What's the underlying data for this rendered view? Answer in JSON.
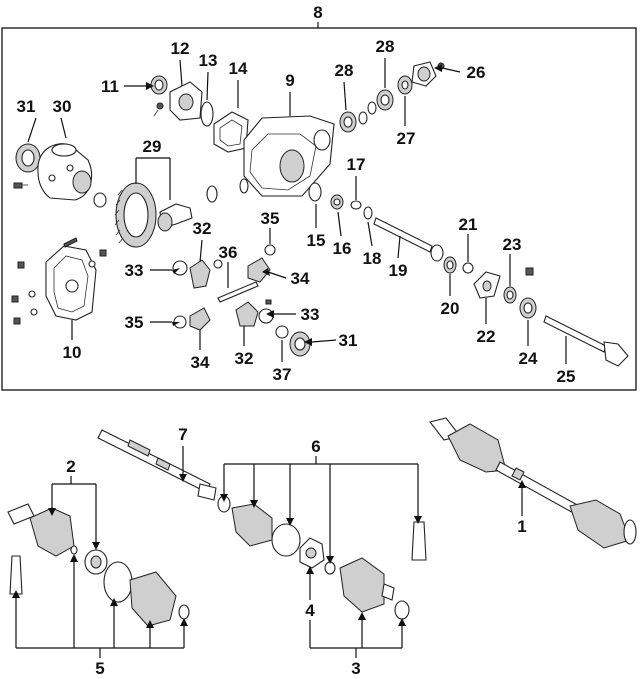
{
  "callouts": {
    "c1": "1",
    "c2": "2",
    "c3": "3",
    "c4": "4",
    "c5": "5",
    "c6": "6",
    "c7": "7",
    "c8": "8",
    "c9": "9",
    "c10": "10",
    "c11": "11",
    "c12": "12",
    "c13": "13",
    "c14": "14",
    "c15": "15",
    "c16": "16",
    "c17": "17",
    "c18": "18",
    "c19": "19",
    "c20": "20",
    "c21": "21",
    "c22": "22",
    "c23": "23",
    "c24": "24",
    "c25": "25",
    "c26": "26",
    "c27": "27",
    "c28a": "28",
    "c28b": "28",
    "c29": "29",
    "c30": "30",
    "c31a": "31",
    "c31b": "31",
    "c32a": "32",
    "c32b": "32",
    "c33a": "33",
    "c33b": "33",
    "c34a": "34",
    "c34b": "34",
    "c35a": "35",
    "c35b": "35",
    "c36": "36",
    "c37": "37"
  },
  "colors": {
    "outline": "#222222",
    "shade": "#cfcfcf",
    "background": "#ffffff"
  }
}
